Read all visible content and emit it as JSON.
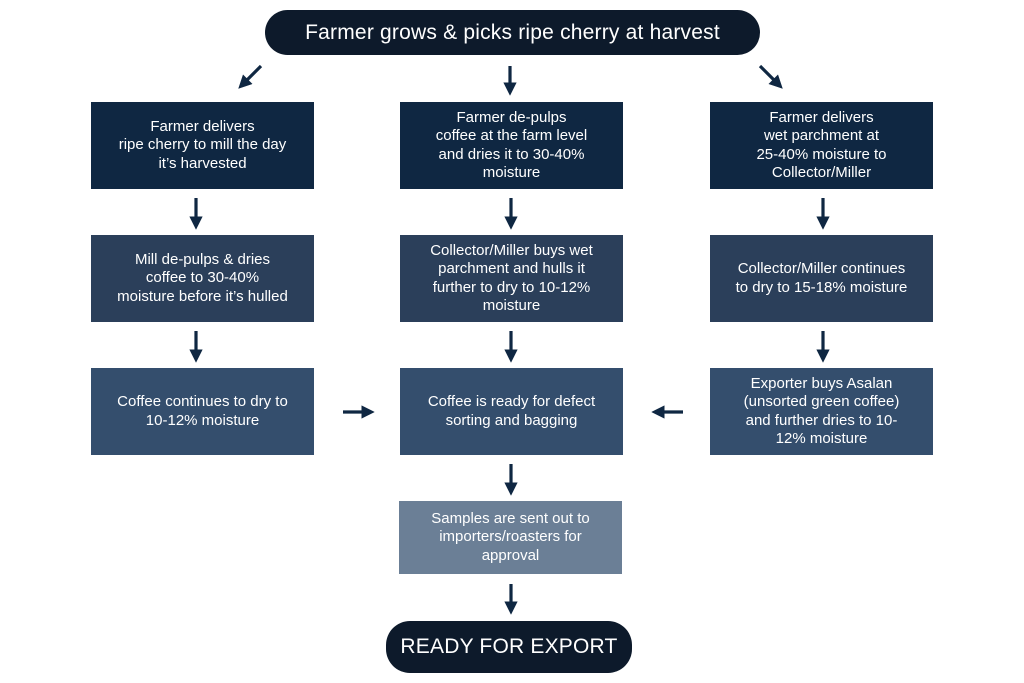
{
  "start": "Farmer grows & picks ripe cherry at harvest",
  "end": "READY FOR EXPORT",
  "columns": {
    "left": [
      "Farmer delivers\nripe cherry to mill the day\nit’s harvested",
      "Mill de-pulps & dries\ncoffee to 30-40%\nmoisture before it’s hulled",
      "Coffee continues to dry to\n10-12% moisture"
    ],
    "middle": [
      "Farmer de-pulps\ncoffee at the farm level\nand dries it to 30-40%\nmoisture",
      "Collector/Miller buys wet\nparchment and hulls it\nfurther to dry to 10-12%\nmoisture",
      "Coffee is ready for defect\nsorting and bagging"
    ],
    "right": [
      "Farmer delivers\nwet parchment at\n25-40% moisture to\nCollector/Miller",
      "Collector/Miller continues\nto dry to 15-18% moisture",
      "Exporter buys Asalan\n(unsorted green coffee)\nand further dries to 10-\n12% moisture"
    ]
  },
  "samples": "Samples are sent out to\nimporters/roasters for\napproval",
  "colors": {
    "pill": "#0d1a2b",
    "row1": "#0f2742",
    "row2": "#2b3f5a",
    "row3": "#344e6d",
    "samples": "#6b7f96",
    "arrow": "#0f2742"
  }
}
